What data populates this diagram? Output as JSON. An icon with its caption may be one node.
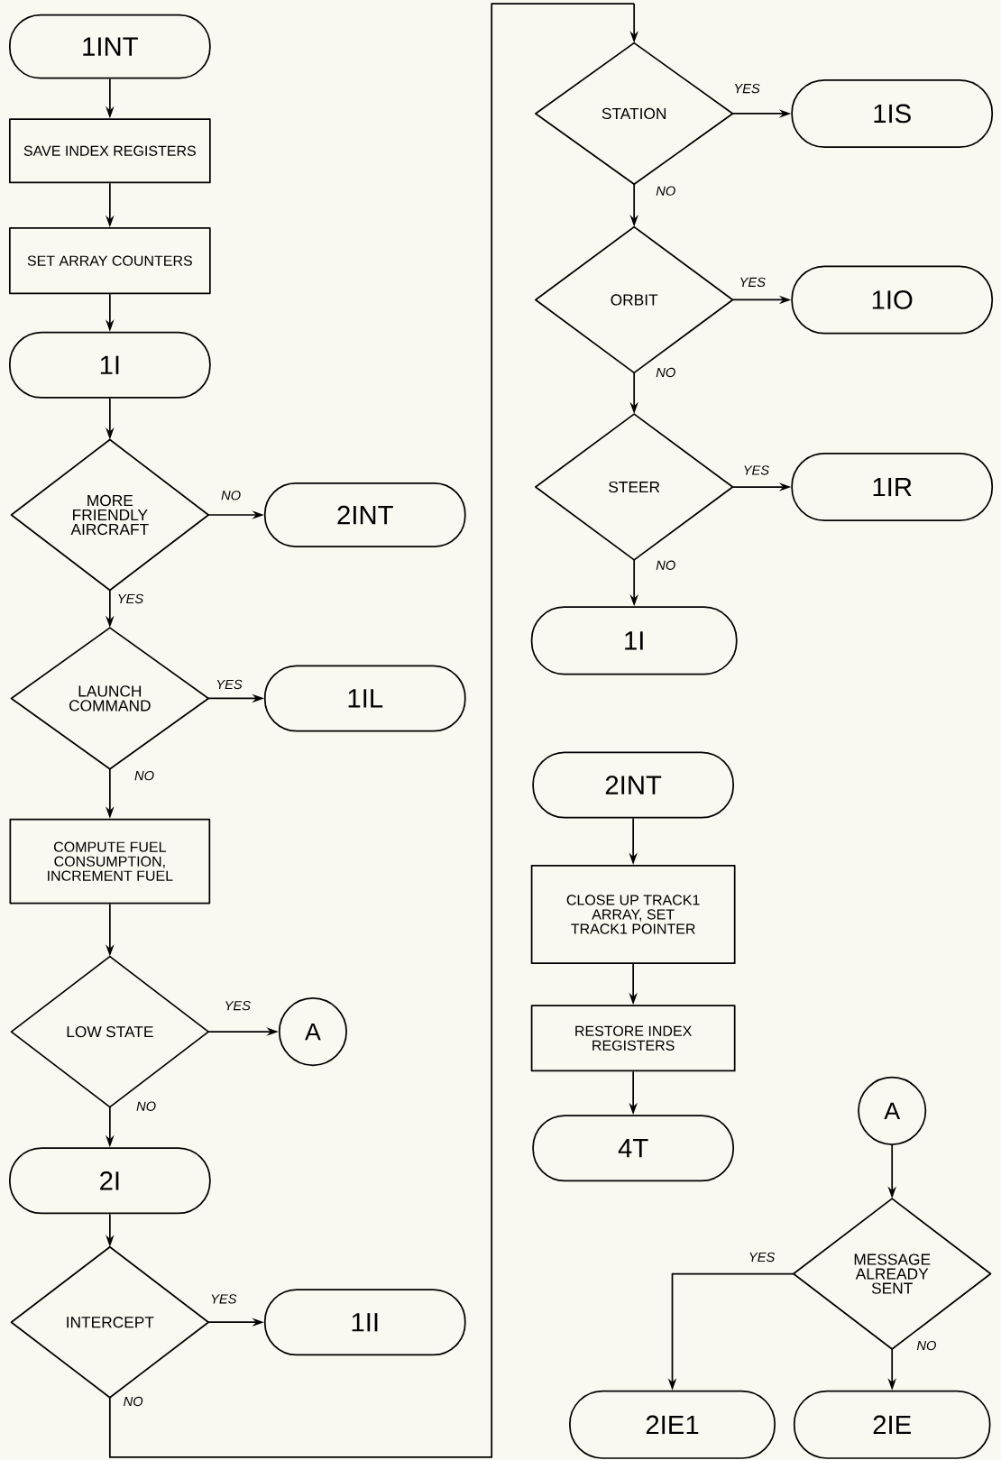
{
  "diagram": {
    "nodes": [
      {
        "text": [
          "1INT"
        ]
      },
      {
        "text": [
          "SAVE INDEX REGISTERS"
        ]
      },
      {
        "text": [
          "SET ARRAY COUNTERS"
        ]
      },
      {
        "text": [
          "1I"
        ]
      },
      {
        "text": [
          "MORE FRIENDLY AIRCRAFT"
        ]
      },
      {
        "text": [
          "2INT"
        ]
      },
      {
        "text": [
          "LAUNCH COMMAND"
        ]
      },
      {
        "text": [
          "1IL"
        ]
      },
      {
        "text": [
          "COMPUTE FUEL CONSUMPTION, INCREMENT FUEL"
        ]
      },
      {
        "text": [
          "LOW STATE"
        ]
      },
      {
        "text": [
          "A"
        ]
      },
      {
        "text": [
          "2I"
        ]
      },
      {
        "text": [
          "INTERCEPT"
        ]
      },
      {
        "text": [
          "1II"
        ]
      },
      {
        "text": [
          "STATION"
        ]
      },
      {
        "text": [
          "1IS"
        ]
      },
      {
        "text": [
          "ORBIT"
        ]
      },
      {
        "text": [
          "1IO"
        ]
      },
      {
        "text": [
          "STEER"
        ]
      },
      {
        "text": [
          "1IR"
        ]
      },
      {
        "text": [
          "1I"
        ]
      },
      {
        "text": [
          "2INT"
        ]
      },
      {
        "text": [
          "CLOSE UP TRACK1 ARRAY, SET TRACK1 POINTER"
        ]
      },
      {
        "text": [
          "RESTORE INDEX REGISTERS"
        ]
      },
      {
        "text": [
          "4T"
        ]
      },
      {
        "text": [
          "A"
        ]
      },
      {
        "text": [
          "MESSAGE ALREADY SENT"
        ]
      },
      {
        "text": [
          "2IE1"
        ]
      },
      {
        "text": [
          "2IE"
        ]
      }
    ],
    "edges": [
      {
        "from": 0,
        "to": 1,
        "arrow": "to"
      },
      {
        "from": 1,
        "to": 2,
        "arrow": "to"
      },
      {
        "from": 2,
        "to": 3,
        "arrow": "to"
      },
      {
        "from": 3,
        "to": 4,
        "arrow": "to"
      },
      {
        "from": 4,
        "to": 5,
        "arrow": "to",
        "label": "NO"
      },
      {
        "from": 4,
        "to": 6,
        "arrow": "to",
        "label": "YES"
      },
      {
        "from": 6,
        "to": 7,
        "arrow": "to",
        "label": "YES"
      },
      {
        "from": 6,
        "to": 8,
        "arrow": "to",
        "label": "NO"
      },
      {
        "from": 8,
        "to": 9,
        "arrow": "to"
      },
      {
        "from": 9,
        "to": 10,
        "arrow": "to",
        "label": "YES"
      },
      {
        "from": 9,
        "to": 11,
        "arrow": "to",
        "label": "NO"
      },
      {
        "from": 11,
        "to": 12,
        "arrow": "to"
      },
      {
        "from": 12,
        "to": 13,
        "arrow": "to",
        "label": "YES"
      },
      {
        "from": 12,
        "to": 14,
        "arrow": "to",
        "label": "NO"
      },
      {
        "from": 14,
        "to": 15,
        "arrow": "to",
        "label": "YES"
      },
      {
        "from": 14,
        "to": 16,
        "arrow": "to",
        "label": "NO"
      },
      {
        "from": 16,
        "to": 17,
        "arrow": "to",
        "label": "YES"
      },
      {
        "from": 16,
        "to": 18,
        "arrow": "to",
        "label": "NO"
      },
      {
        "from": 18,
        "to": 19,
        "arrow": "to",
        "label": "YES"
      },
      {
        "from": 18,
        "to": 20,
        "arrow": "to",
        "label": "NO"
      },
      {
        "from": 21,
        "to": 22,
        "arrow": "to"
      },
      {
        "from": 22,
        "to": 23,
        "arrow": "to"
      },
      {
        "from": 23,
        "to": 24,
        "arrow": "to"
      },
      {
        "from": 25,
        "to": 26,
        "arrow": "to"
      },
      {
        "from": 26,
        "to": 27,
        "arrow": "to",
        "label": "YES"
      },
      {
        "from": 26,
        "to": 28,
        "arrow": "to",
        "label": "NO"
      }
    ]
  }
}
